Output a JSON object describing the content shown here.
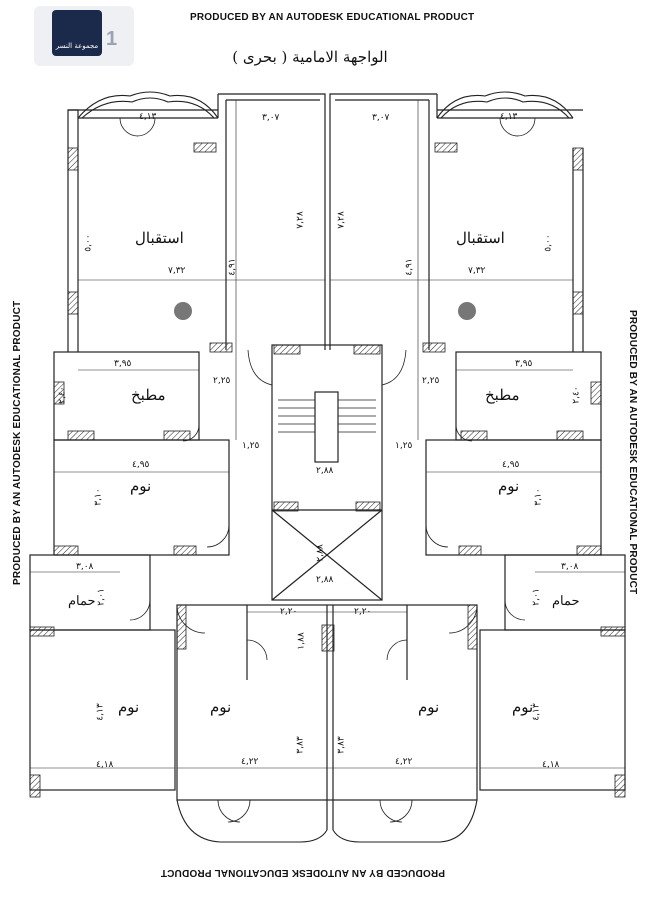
{
  "watermark": "PRODUCED BY AN AUTODESK EDUCATIONAL PRODUCT",
  "title": "الواجهة الامامية ( بحرى )",
  "logo": {
    "name": "مجموعة النسر",
    "number": "1"
  },
  "rooms": {
    "reception_left": "استقبال",
    "reception_right": "استقبال",
    "kitchen_left": "مطبخ",
    "kitchen_right": "مطبخ",
    "bed_upper_left": "نوم",
    "bed_upper_right": "نوم",
    "bath_left": "حمام",
    "bath_right": "حمام",
    "bed_lower_left": "نوم",
    "bed_center_left": "نوم",
    "bed_center_right": "نوم",
    "bed_lower_right": "نوم"
  },
  "dims": {
    "bay_left": "٤,١٣",
    "bay_right": "٤,١٣",
    "top_left": "٣,٠٧",
    "top_right": "٣,٠٧",
    "recep_w_left": "٧,٣٢",
    "recep_w_right": "٧,٣٢",
    "recep_h_left": "٥,٠٠",
    "recep_h_right": "٥,٠٠",
    "recep_h2_left": "٤,٩١",
    "recep_h2_right": "٤,٩١",
    "shaft_left": "٧,٢٨",
    "shaft_right": "٧,٢٨",
    "kitchen_w_left": "٣,٩٥",
    "kitchen_w_right": "٣,٩٥",
    "kitchen_h_left": "٢,٤٠",
    "kitchen_h_right": "٢,٤٠",
    "stair_off_left": "٢,٢٥",
    "stair_off_right": "٢,٢٥",
    "stair_gap_left": "١,٢٥",
    "stair_gap_right": "١,٢٥",
    "stair_w": "٢,٨٨",
    "lift_h": "٢,٨٨",
    "lift_w": "٢,٨٨",
    "bed_w_left": "٤,٩٥",
    "bed_w_right": "٤,٩٥",
    "bed_h_left": "٣,١٠",
    "bed_h_right": "٣,١٠",
    "bath_w_left": "٣,٠٨",
    "bath_w_right": "٣,٠٨",
    "bath_h_left": "٢,٠١",
    "bath_h_right": "٢,٠١",
    "corr_left": "٢,٢٠",
    "corr_right": "٢,٢٠",
    "corr_h": "١,٨٨",
    "lower_h_left": "٤,١٣",
    "lower_h_right": "٤,١٣",
    "lower_w_left": "٤,١٨",
    "lower_w_right": "٤,١٨",
    "center_w_left": "٤,٢٢",
    "center_w_right": "٤,٢٢",
    "center_h_left": "٣,٨٣",
    "center_h_right": "٣,٨٣"
  }
}
